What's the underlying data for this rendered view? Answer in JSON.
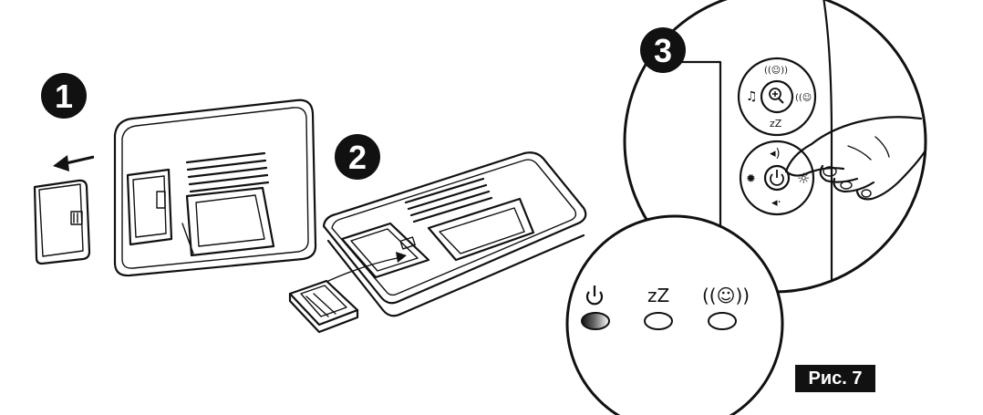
{
  "steps": {
    "s1": "1",
    "s2": "2",
    "s3": "3"
  },
  "leds": {
    "power_label": "⏻",
    "sleep_label": "zZ",
    "baby_label": "((☺))"
  },
  "figure_label": "Рис. 7",
  "colors": {
    "ink": "#111111",
    "background": "#ffffff",
    "label_bg": "#111111",
    "label_text": "#ffffff"
  },
  "icons": [
    "power-icon",
    "sleep-icon",
    "baby-sound-icon",
    "music-icon",
    "zoom-icon",
    "volume-up-icon",
    "volume-down-icon",
    "brightness-icon"
  ]
}
